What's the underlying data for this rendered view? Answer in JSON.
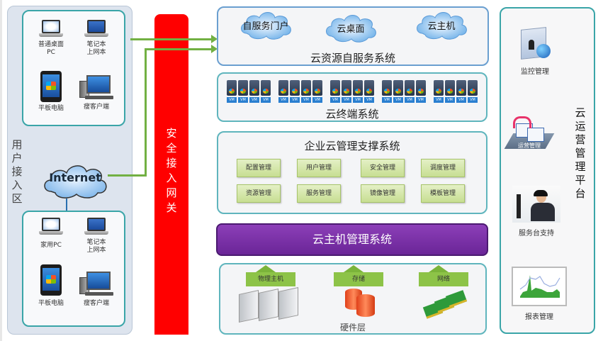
{
  "user_zone": {
    "label": "用户接入区",
    "enterprise_devices": [
      {
        "label": "普通桌面\nPC",
        "icon": "desktop-pc-icon"
      },
      {
        "label": "笔记本\n上网本",
        "icon": "laptop-icon"
      },
      {
        "label": "平板电脑",
        "icon": "tablet-icon"
      },
      {
        "label": "瘦客户端",
        "icon": "thin-client-icon"
      }
    ],
    "internet_label": "Internet",
    "home_devices": [
      {
        "label": "家用PC",
        "icon": "desktop-pc-icon"
      },
      {
        "label": "笔记本\n上网本",
        "icon": "laptop-icon"
      },
      {
        "label": "平板电脑",
        "icon": "tablet-icon"
      },
      {
        "label": "瘦客户端",
        "icon": "thin-client-icon"
      }
    ]
  },
  "gateway": {
    "label": "安全接入网关",
    "color": "#ff0000"
  },
  "self_service": {
    "title": "云资源自服务系统",
    "clouds": [
      "自服务门户",
      "云桌面",
      "云主机"
    ]
  },
  "terminal": {
    "title": "云终端系统",
    "vm_tag": "VM",
    "groups": 5,
    "vms_per_group": 4
  },
  "enterprise_mgmt": {
    "title": "企业云管理支撑系统",
    "modules": [
      [
        "配置管理",
        "用户管理",
        "安全管理",
        "调度管理"
      ],
      [
        "资源管理",
        "服务管理",
        "镜像管理",
        "模板管理"
      ]
    ]
  },
  "host_mgmt": {
    "title": "云主机管理系统",
    "color": "#7a30a8"
  },
  "hardware": {
    "title": "硬件层",
    "items": [
      {
        "label": "物理主机",
        "icon": "server-icon"
      },
      {
        "label": "存储",
        "icon": "storage-icon"
      },
      {
        "label": "网络",
        "icon": "network-card-icon"
      }
    ]
  },
  "operations": {
    "title": "云运营管理平台",
    "items": [
      {
        "label": "监控管理",
        "icon": "monitor-icon"
      },
      {
        "label": "",
        "overlay": "运营管理",
        "icon": "operations-icon"
      },
      {
        "label": "服务台支持",
        "icon": "helpdesk-icon"
      },
      {
        "label": "报表管理",
        "icon": "report-icon"
      }
    ]
  }
}
